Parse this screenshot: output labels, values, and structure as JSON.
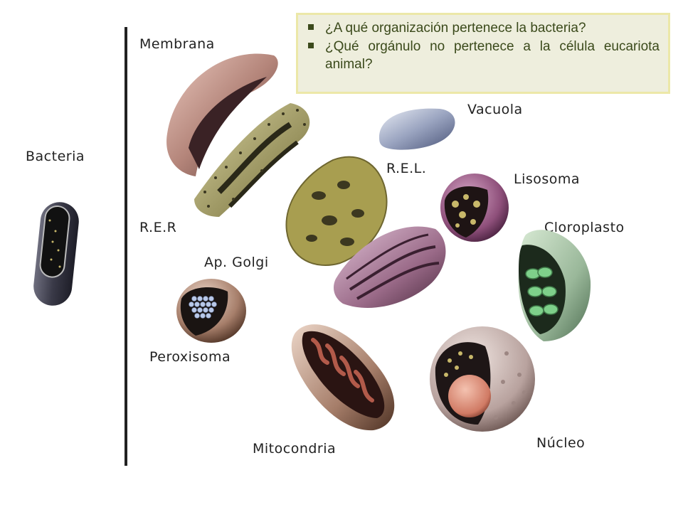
{
  "labels": {
    "bacteria": "Bacteria",
    "membrana": "Membrana",
    "rer": "R.E.R",
    "ap_golgi": "Ap. Golgi",
    "peroxisoma": "Peroxisoma",
    "mitocondria": "Mitocondria",
    "rel": "R.E.L.",
    "vacuola": "Vacuola",
    "lisosoma": "Lisosoma",
    "cloroplasto": "Cloroplasto",
    "nucleo": "Núcleo"
  },
  "questions": [
    "¿A qué organización pertenece la bacteria?",
    "¿Qué orgánulo no pertenece a la célula eucariota animal?"
  ],
  "colors": {
    "question_text": "#3b4a1b",
    "question_bg": "#eeeedd",
    "question_border": "#ece8a8"
  },
  "icons": {
    "bullet": "square-bullet-icon"
  }
}
